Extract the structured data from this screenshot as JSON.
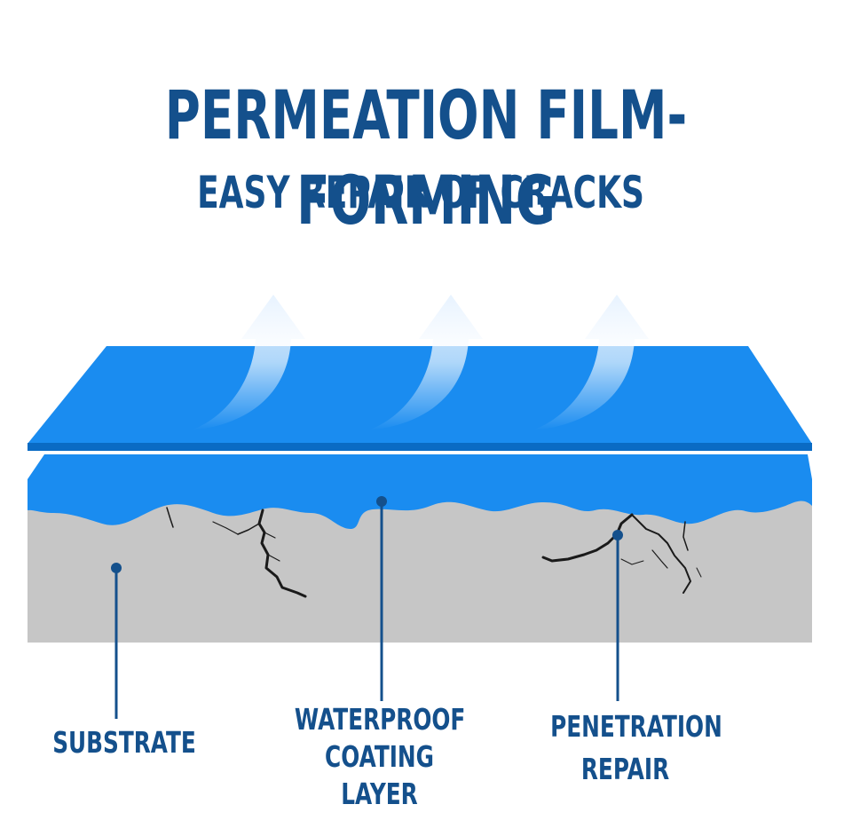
{
  "header": {
    "title": "PERMEATION FILM-FORMING",
    "subtitle": "EASY REPAIR OF CRACKS"
  },
  "labels": {
    "substrate": "SUBSTRATE",
    "coating": "WATERPROOF\nCOATING LAYER",
    "repair": "PENETRATION\nREPAIR"
  },
  "colors": {
    "heading": "#14508c",
    "film_blue": "#1a8cf0",
    "film_edge": "#0a6bc4",
    "substrate_gray": "#c6c6c6",
    "crack": "#1a1a1a",
    "arrow": "#e6f2ff"
  },
  "icons": {
    "arrows": "up-curved-arrow",
    "marker": "callout-dot"
  }
}
